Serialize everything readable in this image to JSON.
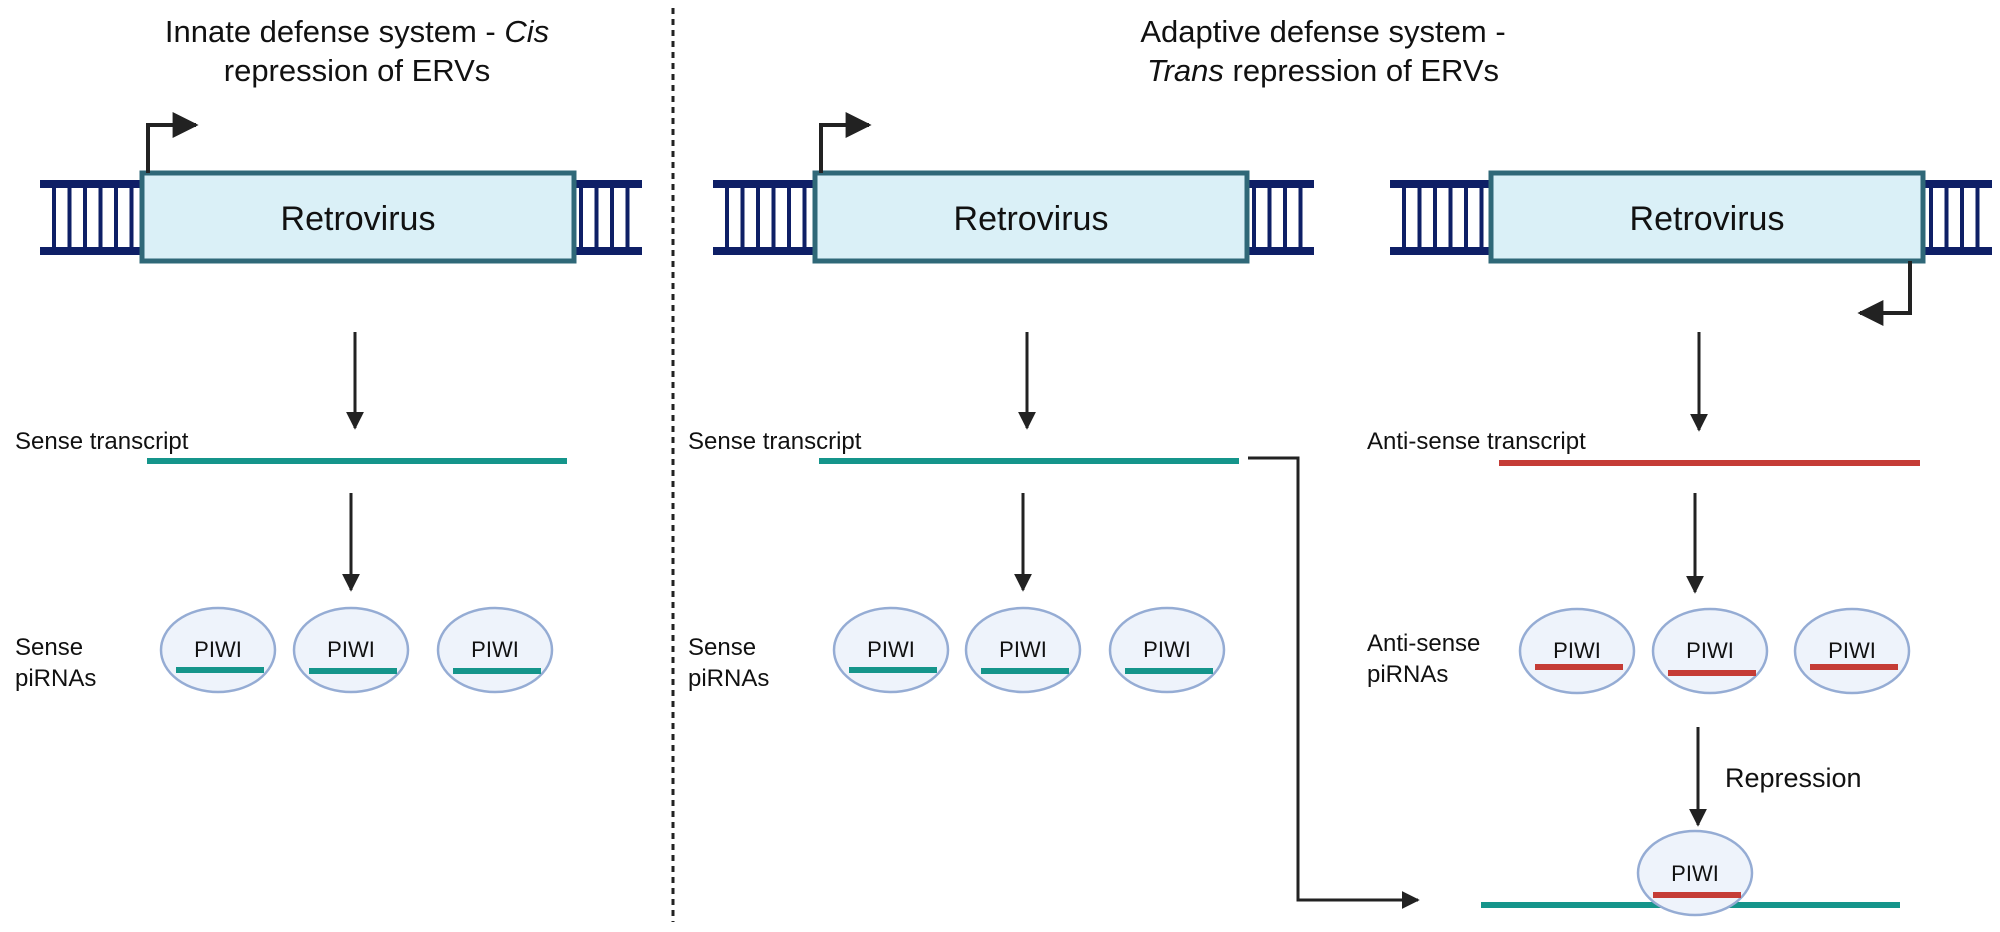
{
  "colors": {
    "dna": "#0e1f66",
    "box_fill": "#daf0f7",
    "box_stroke": "#2f6878",
    "sense": "#15958b",
    "antisense": "#c53c36",
    "piwi_fill": "#eef3fb",
    "piwi_stroke": "#95acd4",
    "arrow": "#222222"
  },
  "left_panel": {
    "title_line1_prefix": "Innate defense system - ",
    "title_line1_italic": "Cis",
    "title_line2": "repression of ERVs",
    "retrovirus_label": "Retrovirus",
    "transcript_label": "Sense transcript",
    "pirna_label_line1": "Sense",
    "pirna_label_line2": "piRNAs",
    "piwi_labels": [
      "PIWI",
      "PIWI",
      "PIWI"
    ]
  },
  "right_panel": {
    "title_line1": "Adaptive defense system -",
    "title_line2_italic": "Trans",
    "title_line2_suffix": " repression of ERVs",
    "sense": {
      "retrovirus_label": "Retrovirus",
      "transcript_label": "Sense transcript",
      "pirna_label_line1": "Sense",
      "pirna_label_line2": "piRNAs",
      "piwi_labels": [
        "PIWI",
        "PIWI",
        "PIWI"
      ]
    },
    "antisense": {
      "retrovirus_label": "Retrovirus",
      "transcript_label": "Anti-sense transcript",
      "pirna_label_line1": "Anti-sense",
      "pirna_label_line2": "piRNAs",
      "piwi_labels": [
        "PIWI",
        "PIWI",
        "PIWI"
      ]
    },
    "repression_label": "Repression",
    "target_piwi_label": "PIWI"
  }
}
